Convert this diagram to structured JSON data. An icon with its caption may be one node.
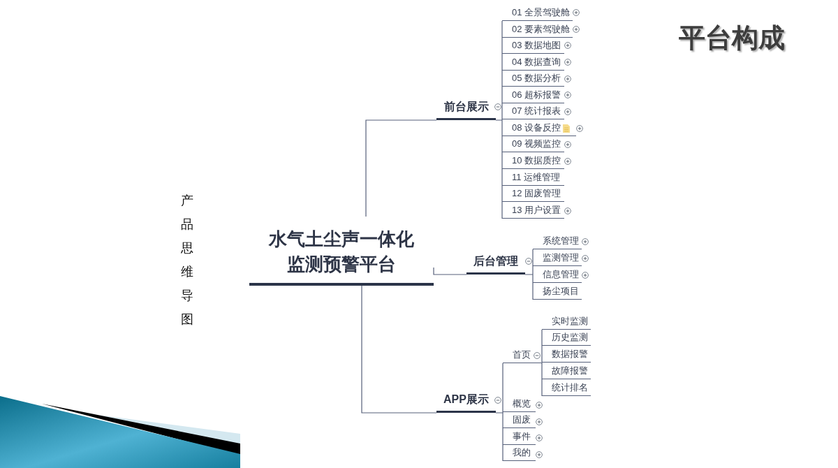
{
  "diagram": {
    "title": "平台构成",
    "nodes": [
      {
        "text": [
          "水气土尘声一体化监测预警平台"
        ]
      },
      {
        "text": [
          "前台展示"
        ]
      },
      {
        "text": [
          "01 全景驾驶舱"
        ]
      },
      {
        "text": [
          "02 要素驾驶舱"
        ]
      },
      {
        "text": [
          "03 数据地图"
        ]
      },
      {
        "text": [
          "04 数据查询"
        ]
      },
      {
        "text": [
          "05 数据分析"
        ]
      },
      {
        "text": [
          "06 超标报警"
        ]
      },
      {
        "text": [
          "07 统计报表"
        ]
      },
      {
        "text": [
          "08 设备反控"
        ]
      },
      {
        "text": [
          "09 视频监控"
        ]
      },
      {
        "text": [
          "10 数据质控"
        ]
      },
      {
        "text": [
          "11 运维管理"
        ]
      },
      {
        "text": [
          "12 固废管理"
        ]
      },
      {
        "text": [
          "13 用户设置"
        ]
      },
      {
        "text": [
          "后台管理"
        ]
      },
      {
        "text": [
          "系统管理"
        ]
      },
      {
        "text": [
          "监测管理"
        ]
      },
      {
        "text": [
          "信息管理"
        ]
      },
      {
        "text": [
          "扬尘项目"
        ]
      },
      {
        "text": [
          "APP展示"
        ]
      },
      {
        "text": [
          "首页"
        ]
      },
      {
        "text": [
          "实时监测"
        ]
      },
      {
        "text": [
          "历史监测"
        ]
      },
      {
        "text": [
          "数据报警"
        ]
      },
      {
        "text": [
          "故障报警"
        ]
      },
      {
        "text": [
          "统计排名"
        ]
      },
      {
        "text": [
          "概览"
        ]
      },
      {
        "text": [
          "固废"
        ]
      },
      {
        "text": [
          "事件"
        ]
      },
      {
        "text": [
          "我的"
        ]
      }
    ],
    "edges": [
      {
        "from": 0,
        "to": 1,
        "arrow": "none"
      },
      {
        "from": 1,
        "to": 2,
        "arrow": "none"
      },
      {
        "from": 1,
        "to": 3,
        "arrow": "none"
      },
      {
        "from": 1,
        "to": 4,
        "arrow": "none"
      },
      {
        "from": 1,
        "to": 5,
        "arrow": "none"
      },
      {
        "from": 1,
        "to": 6,
        "arrow": "none"
      },
      {
        "from": 1,
        "to": 7,
        "arrow": "none"
      },
      {
        "from": 1,
        "to": 8,
        "arrow": "none"
      },
      {
        "from": 1,
        "to": 9,
        "arrow": "none"
      },
      {
        "from": 1,
        "to": 10,
        "arrow": "none"
      },
      {
        "from": 1,
        "to": 11,
        "arrow": "none"
      },
      {
        "from": 1,
        "to": 12,
        "arrow": "none"
      },
      {
        "from": 1,
        "to": 13,
        "arrow": "none"
      },
      {
        "from": 1,
        "to": 14,
        "arrow": "none"
      },
      {
        "from": 0,
        "to": 15,
        "arrow": "none"
      },
      {
        "from": 15,
        "to": 16,
        "arrow": "none"
      },
      {
        "from": 15,
        "to": 17,
        "arrow": "none"
      },
      {
        "from": 15,
        "to": 18,
        "arrow": "none"
      },
      {
        "from": 15,
        "to": 19,
        "arrow": "none"
      },
      {
        "from": 0,
        "to": 20,
        "arrow": "none"
      },
      {
        "from": 20,
        "to": 21,
        "arrow": "none"
      },
      {
        "from": 21,
        "to": 22,
        "arrow": "none"
      },
      {
        "from": 21,
        "to": 23,
        "arrow": "none"
      },
      {
        "from": 21,
        "to": 24,
        "arrow": "none"
      },
      {
        "from": 21,
        "to": 25,
        "arrow": "none"
      },
      {
        "from": 21,
        "to": 26,
        "arrow": "none"
      },
      {
        "from": 20,
        "to": 27,
        "arrow": "none"
      },
      {
        "from": 20,
        "to": 28,
        "arrow": "none"
      },
      {
        "from": 20,
        "to": 29,
        "arrow": "none"
      },
      {
        "from": 20,
        "to": 30,
        "arrow": "none"
      }
    ],
    "labels": [
      "产品思维导图"
    ]
  }
}
